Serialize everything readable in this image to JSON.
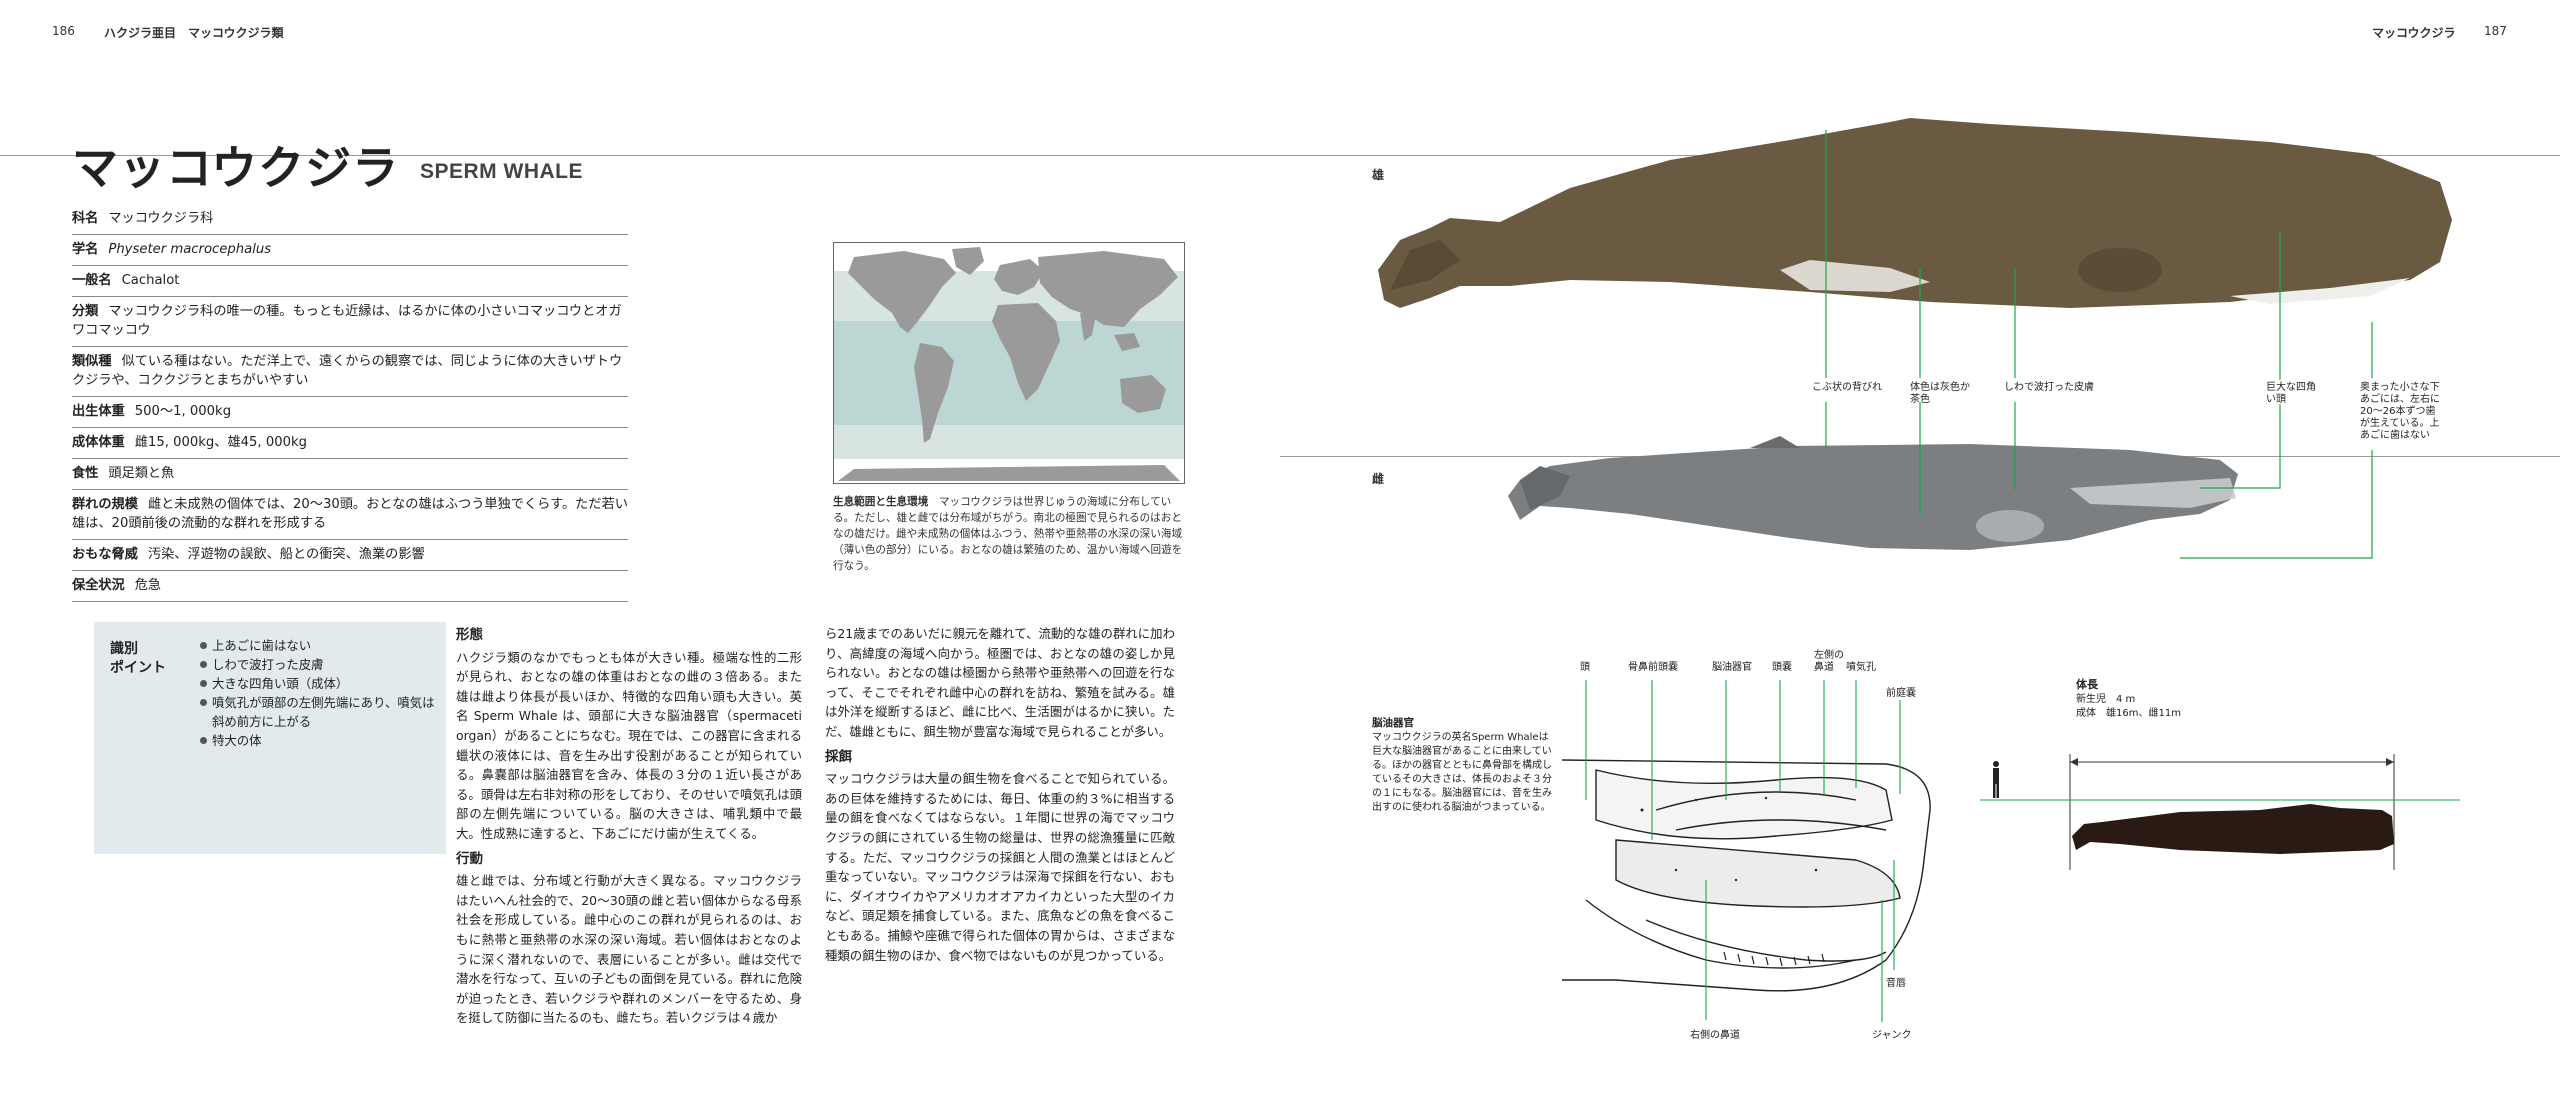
{
  "header": {
    "left_page": "186",
    "left_title": "ハクジラ亜目　マッコウクジラ類",
    "right_title": "マッコウクジラ",
    "right_page": "187"
  },
  "title": {
    "japanese": "マッコウクジラ",
    "english": "SPERM WHALE"
  },
  "data_table": [
    {
      "key": "科名",
      "value": "マッコウクジラ科"
    },
    {
      "key": "学名",
      "value": "Physeter macrocephalus"
    },
    {
      "key": "一般名",
      "value": "Cachalot"
    },
    {
      "key": "分類",
      "value": "マッコウクジラ科の唯一の種。もっとも近縁は、はるかに体の小さいコマッコウとオガワコマッコウ"
    },
    {
      "key": "類似種",
      "value": "似ている種はない。ただ洋上で、遠くからの観察では、同じように体の大きいザトウクジラや、コククジラとまちがいやすい"
    },
    {
      "key": "出生体重",
      "value": "500〜1, 000kg"
    },
    {
      "key": "成体体重",
      "value": "雌15, 000kg、雄45, 000kg"
    },
    {
      "key": "食性",
      "value": "頭足類と魚"
    },
    {
      "key": "群れの規模",
      "value": "雌と未成熟の個体では、20〜30頭。おとなの雄はふつう単独でくらす。ただ若い雄は、20頭前後の流動的な群れを形成する"
    },
    {
      "key": "おもな脅威",
      "value": "汚染、浮遊物の誤飲、船との衝突、漁業の影響"
    },
    {
      "key": "保全状況",
      "value": "危急"
    }
  ],
  "map": {
    "caption_title": "生息範囲と生息環境",
    "caption_text": "マッコウクジラは世界じゅうの海域に分布している。ただし、雄と雌では分布域がちがう。南北の極圏で見られるのはおとなの雄だけ。雌や未成熟の個体はふつう、熱帯や亜熱帯の水深の深い海域（薄い色の部分）にいる。おとなの雄は繁殖のため、温かい海域へ回遊を行なう。",
    "colors": {
      "land": "#9a9a9a",
      "range": "#d8e4e2",
      "core": "#bcd6d3"
    }
  },
  "id_points": {
    "title_line1": "識別",
    "title_line2": "ポイント",
    "items": [
      "上あごに歯はない",
      "しわで波打った皮膚",
      "大きな四角い頭（成体）",
      "噴気孔が頭部の左側先端にあり、噴気は斜め前方に上がる",
      "特大の体"
    ]
  },
  "body": {
    "form_heading": "形態",
    "form_text": "ハクジラ類のなかでもっとも体が大きい種。極端な性的二形が見られ、おとなの雄の体重はおとなの雌の３倍ある。また雄は雌より体長が長いほか、特徴的な四角い頭も大きい。英名 Sperm Whale は、頭部に大きな脳油器官（spermaceti organ）があることにちなむ。現在では、この器官に含まれる蠟状の液体には、音を生み出す役割があることが知られている。鼻嚢部は脳油器官を含み、体長の３分の１近い長さがある。頭骨は左右非対称の形をしており、そのせいで噴気孔は頭部の左側先端についている。脳の大きさは、哺乳類中で最大。性成熟に達すると、下あごにだけ歯が生えてくる。",
    "behavior_heading": "行動",
    "behavior_text": "雄と雌では、分布域と行動が大きく異なる。マッコウクジラはたいへん社会的で、20〜30頭の雌と若い個体からなる母系社会を形成している。雌中心のこの群れが見られるのは、おもに熱帯と亜熱帯の水深の深い海域。若い個体はおとなのように深く潜れないので、表層にいることが多い。雌は交代で潜水を行なって、互いの子どもの面倒を見ている。群れに危険が迫ったとき、若いクジラや群れのメンバーを守るため、身を挺して防御に当たるのも、雌たち。若いクジラは４歳か",
    "behavior_cont": "ら21歳までのあいだに親元を離れて、流動的な雄の群れに加わり、高緯度の海域へ向かう。極圏では、おとなの雄の姿しか見られない。おとなの雄は極圏から熱帯や亜熱帯への回遊を行なって、そこでそれぞれ雌中心の群れを訪ね、繁殖を試みる。雄は外洋を縦断するほど、雌に比べ、生活圏がはるかに狭い。ただ、雄雌ともに、餌生物が豊富な海域で見られることが多い。",
    "feeding_heading": "採餌",
    "feeding_text": "マッコウクジラは大量の餌生物を食べることで知られている。あの巨体を維持するためには、毎日、体重の約３%に相当する量の餌を食べなくてはならない。１年間に世界の海でマッコウクジラの餌にされている生物の総量は、世界の総漁獲量に匹敵する。ただ、マッコウクジラの採餌と人間の漁業とはほとんど重なっていない。マッコウクジラは深海で採餌を行ない、おもに、ダイオウイカやアメリカオオアカイカといった大型のイカなど、頭足類を捕食している。また、底魚などの魚を食べることもある。捕鯨や座礁で得られた個体の胃からは、さまざまな種類の餌生物のほか、食べ物ではないものが見つかっている。"
  },
  "whales": {
    "male_label": "雄",
    "female_label": "雌",
    "male_color": "#6a5a42",
    "female_color": "#7b7f82",
    "annotations": [
      "こぶ状の背びれ",
      "体色は灰色か茶色",
      "しわで波打った皮膚",
      "巨大な四角い頭",
      "奥まった小さな下あごには、左右に20〜26本ずつ歯が生えている。上あごに歯はない"
    ]
  },
  "spermaceti": {
    "caption_title": "脳油器官",
    "caption_text": "マッコウクジラの英名Sperm Whaleは巨大な脳油器官があることに由来している。ほかの器官とともに鼻骨部を構成しているその大きさは、体長のおよそ３分の１にもなる。脳油器官には、音を生み出すのに使われる脳油がつまっている。",
    "labels": [
      "頭",
      "骨鼻前頭嚢",
      "脳油器官",
      "頭嚢",
      "左側の鼻道",
      "噴気孔",
      "前庭嚢",
      "音唇",
      "右側の鼻道",
      "ジャンク"
    ]
  },
  "size_compare": {
    "title": "体長",
    "newborn_label": "新生児",
    "newborn_value": "4 m",
    "adult_label": "成体",
    "adult_value": "雄16m、雌11m"
  }
}
